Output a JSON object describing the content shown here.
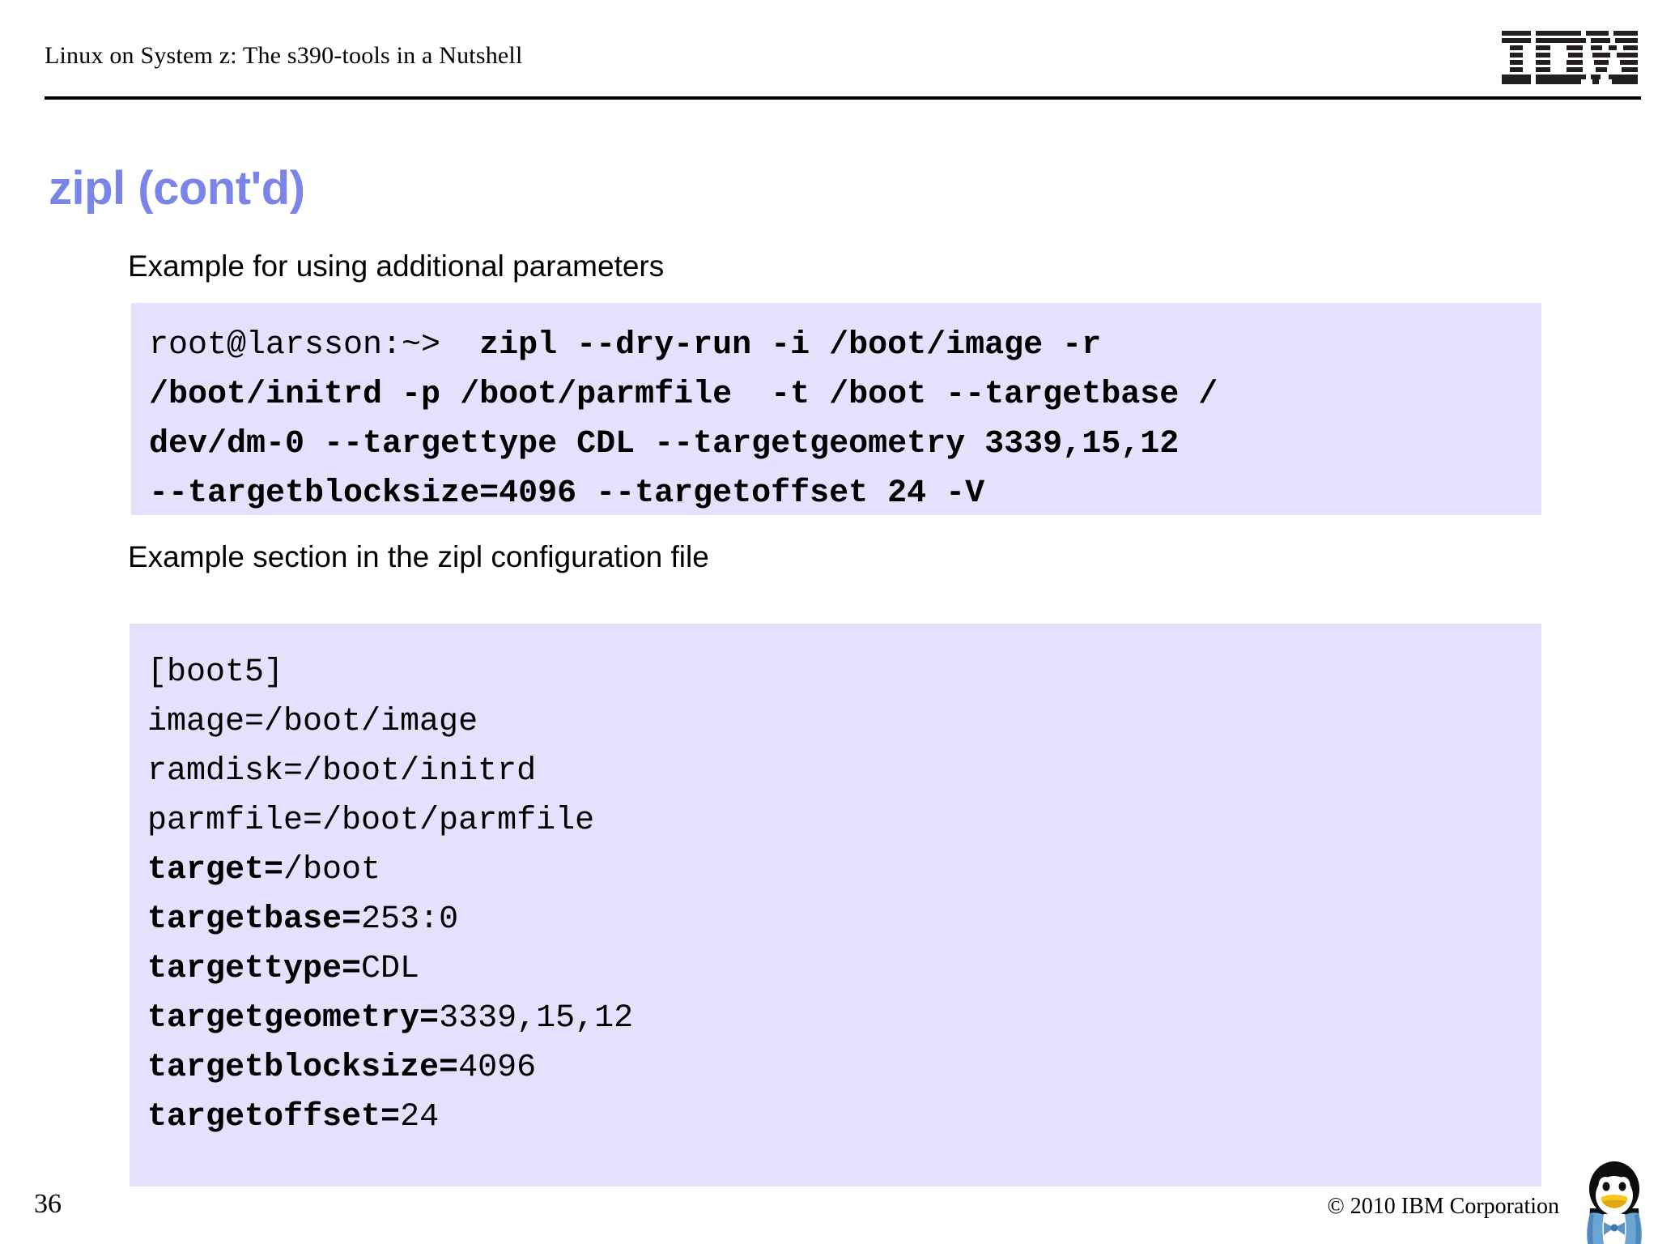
{
  "header": {
    "title": "Linux on System z: The s390-tools in a Nutshell",
    "logo_alt": "IBM"
  },
  "slide": {
    "title": "zipl (cont'd)",
    "title_color": "#7b84e8"
  },
  "body": {
    "label_parameters": "Example for using additional parameters",
    "label_config_section": "Example section in the zipl configuration file"
  },
  "code_block_command": {
    "background": "#e3e1fb",
    "lines": [
      [
        {
          "text": "root@larsson:~> ",
          "bold": false
        },
        {
          "text": " zipl --dry-run -i /boot/image -r",
          "bold": true
        }
      ],
      [
        {
          "text": "/boot/initrd -p /boot/parmfile  -t /boot --targetbase /",
          "bold": true
        }
      ],
      [
        {
          "text": "dev/dm-0 --targettype CDL --targetgeometry 3339,15,12",
          "bold": true
        }
      ],
      [
        {
          "text": "--targetblocksize=4096 --targetoffset 24 -V",
          "bold": true
        }
      ]
    ]
  },
  "code_block_config": {
    "background": "#e3e1fb",
    "lines": [
      [
        {
          "text": "[boot5]",
          "bold": false
        }
      ],
      [
        {
          "text": "image=/boot/image",
          "bold": false
        }
      ],
      [
        {
          "text": "ramdisk=/boot/initrd",
          "bold": false
        }
      ],
      [
        {
          "text": "parmfile=/boot/parmfile",
          "bold": false
        }
      ],
      [
        {
          "text": "target=",
          "bold": true
        },
        {
          "text": "/boot",
          "bold": false
        }
      ],
      [
        {
          "text": "targetbase=",
          "bold": true
        },
        {
          "text": "253:0",
          "bold": false
        }
      ],
      [
        {
          "text": "targettype=",
          "bold": true
        },
        {
          "text": "CDL",
          "bold": false
        }
      ],
      [
        {
          "text": "targetgeometry=",
          "bold": true
        },
        {
          "text": "3339,15,12",
          "bold": false
        }
      ],
      [
        {
          "text": "targetblocksize=",
          "bold": true
        },
        {
          "text": "4096",
          "bold": false
        }
      ],
      [
        {
          "text": "targetoffset=",
          "bold": true
        },
        {
          "text": "24",
          "bold": false
        }
      ]
    ]
  },
  "footer": {
    "page_number": "36",
    "copyright": "© 2010 IBM Corporation",
    "mascot": "tux-penguin"
  }
}
